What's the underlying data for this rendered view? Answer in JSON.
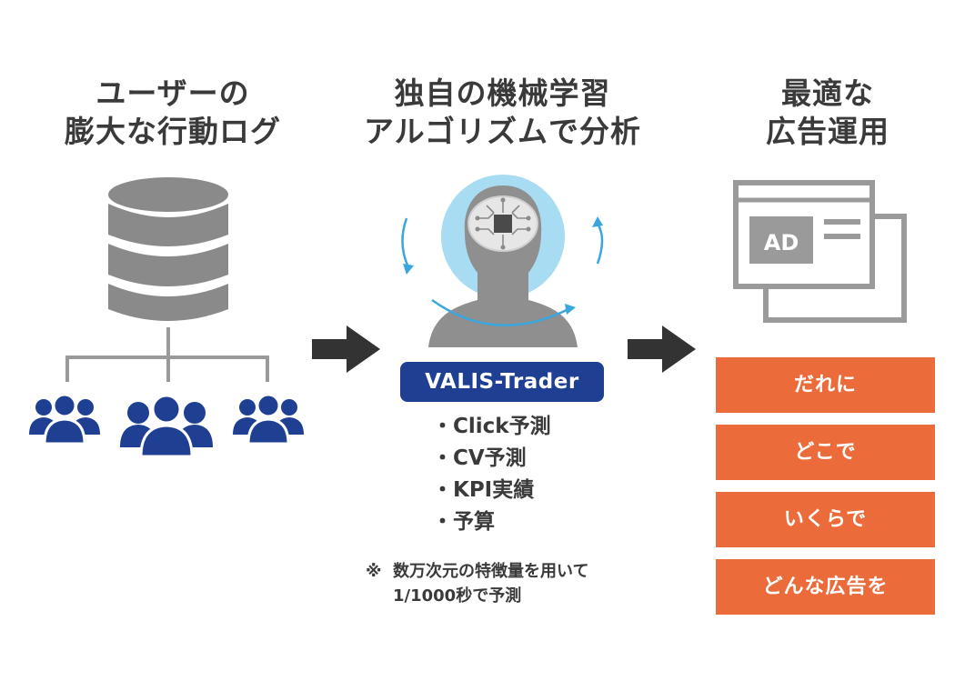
{
  "columns": [
    {
      "title_lines": [
        "ユーザーの",
        "膨大な行動ログ"
      ]
    },
    {
      "title_lines": [
        "独自の機械学習",
        "アルゴリズムで分析"
      ]
    },
    {
      "title_lines": [
        "最適な",
        "広告運用"
      ]
    }
  ],
  "engine": {
    "name": "VALIS-Trader",
    "features": [
      "・Click予測",
      "・CV予測",
      "・KPI実績",
      "・予算"
    ],
    "note_mark": "※",
    "note_line1": "数万次元の特徴量を用いて",
    "note_line2": "1/1000秒で予測"
  },
  "ad_icon_label": "AD",
  "targeting": [
    "だれに",
    "どこで",
    "いくらで",
    "どんな広告を"
  ],
  "colors": {
    "heading_text": "#3a3a3a",
    "database_gray": "#8a8a8a",
    "user_blue": "#1f3f93",
    "badge_blue": "#1f3f93",
    "arrow_dark": "#333333",
    "halo_blue": "#a8dcf2",
    "accent_blue": "#3aa6dd",
    "orange": "#ec6b3a"
  }
}
